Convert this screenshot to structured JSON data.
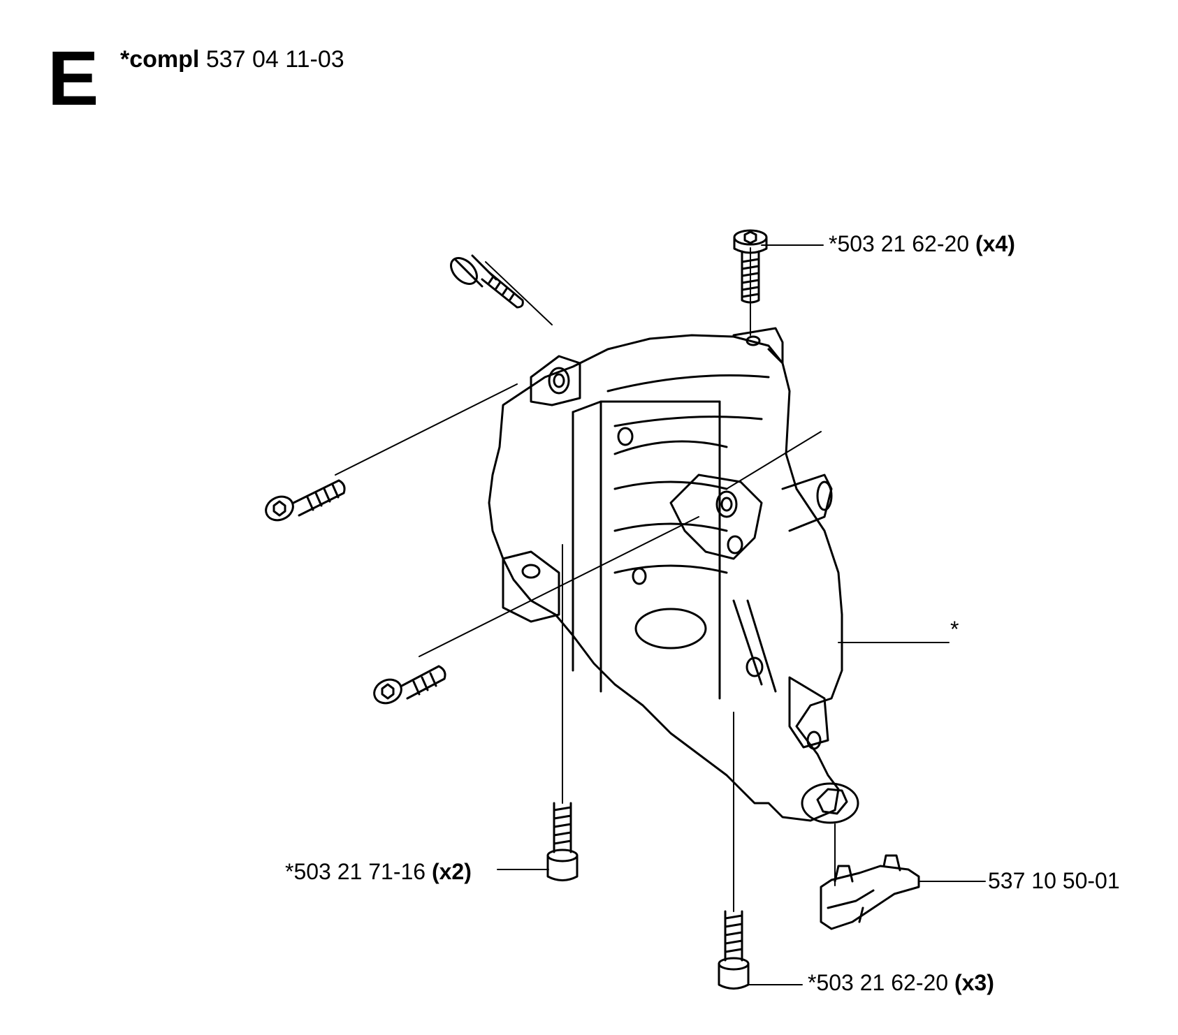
{
  "section": {
    "letter": "E"
  },
  "title": {
    "prefix": "*compl",
    "part_number": "537 04 11-03"
  },
  "callouts": [
    {
      "part": "*503 21 62-20",
      "qty": "(x4)"
    },
    {
      "part": "*",
      "qty": ""
    },
    {
      "part": "*503 21 71-16",
      "qty": "(x2)"
    },
    {
      "part": "537 10 50-01",
      "qty": ""
    },
    {
      "part": "*503 21 62-20",
      "qty": "(x3)"
    }
  ]
}
